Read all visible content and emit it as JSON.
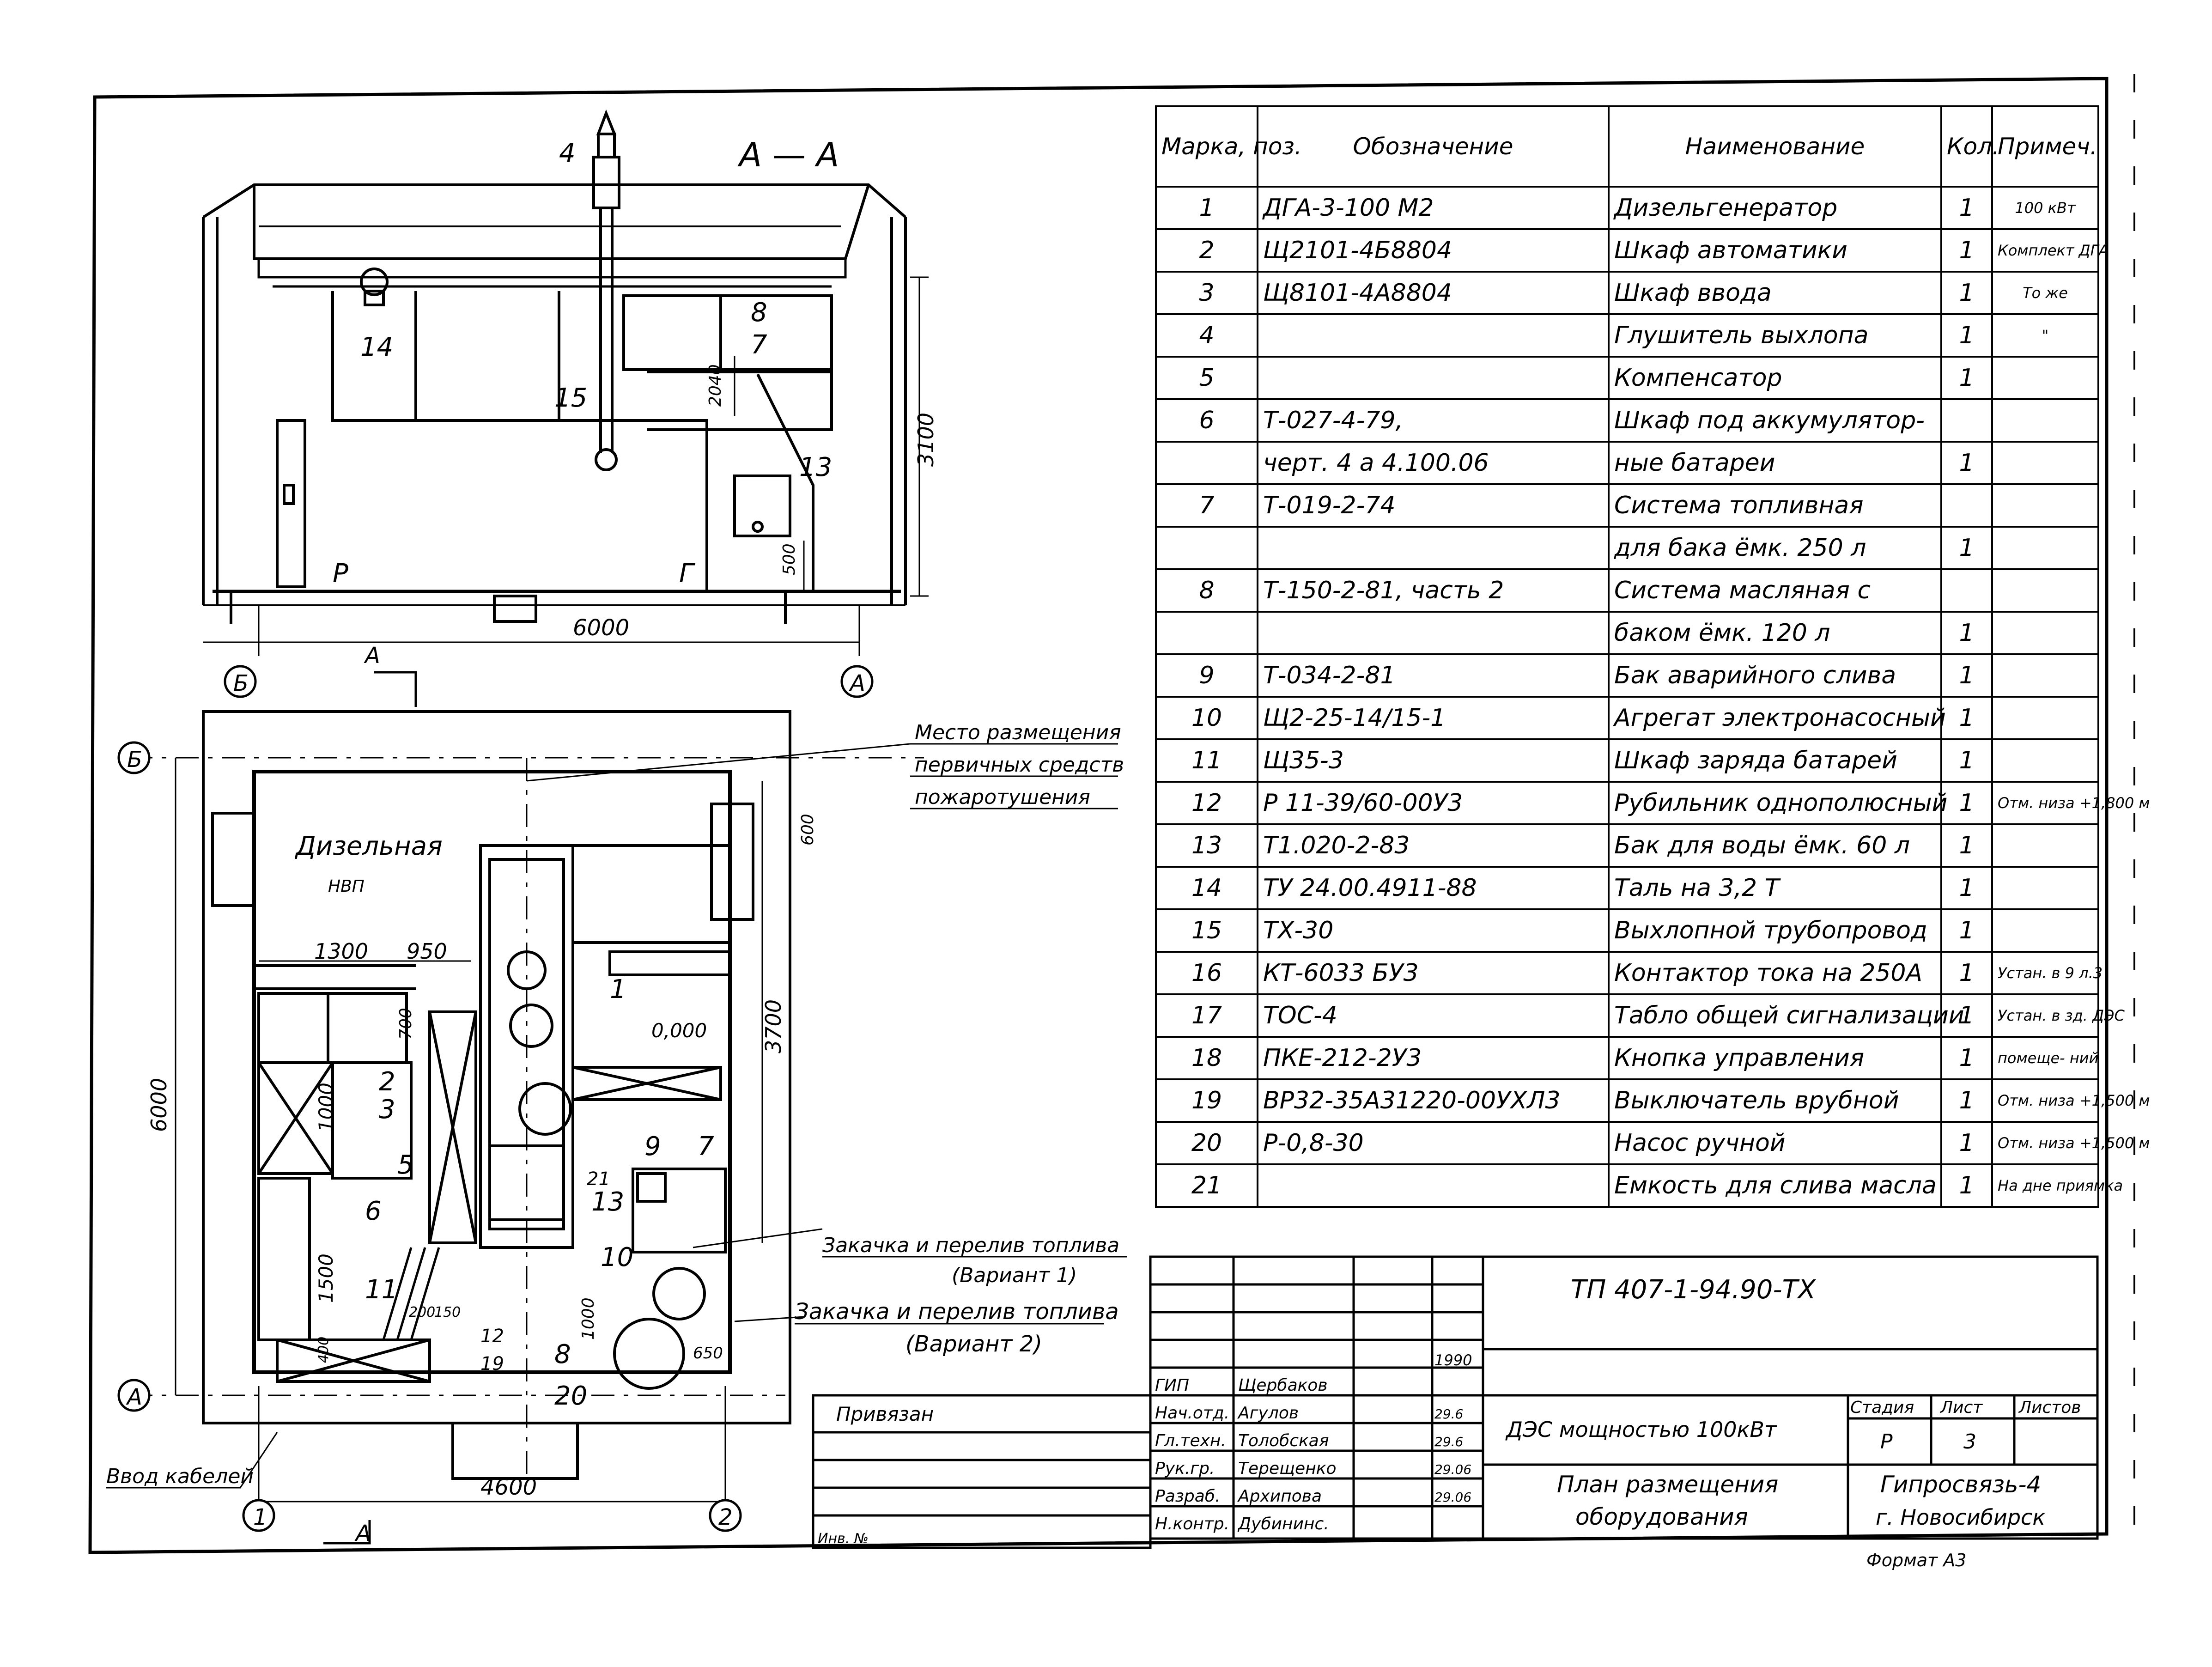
{
  "section_title": "А — А",
  "callouts": {
    "c4": "4",
    "c14": "14",
    "c15": "15",
    "c8": "8",
    "c7": "7",
    "c13": "13",
    "plan_1": "1",
    "plan_2": "2",
    "plan_3": "3",
    "plan_5": "5",
    "plan_6": "6",
    "plan_7": "7",
    "plan_9": "9",
    "plan_21": "21",
    "plan_13": "13",
    "plan_10": "10",
    "plan_8": "8",
    "plan_20": "20",
    "plan_11": "11",
    "plan_12": "12",
    "plan_19": "19"
  },
  "section_labels": {
    "P": "Р",
    "G": "Г"
  },
  "dimensions": {
    "d2040": "2040",
    "d3100": "3100",
    "d500": "500",
    "d6000_section": "6000",
    "d600": "600",
    "d1300": "1300",
    "d950": "950",
    "d700": "700",
    "d1000": "1000",
    "d3700": "3700",
    "d6000_plan": "6000",
    "d1500": "1500",
    "d400": "400",
    "d200": "200",
    "d150": "150",
    "d1000b": "1000",
    "d650": "650",
    "d4600": "4600",
    "level": "0,000"
  },
  "axes": {
    "B": "Б",
    "A": "А",
    "one": "1",
    "two": "2"
  },
  "section_marker": "А",
  "room": {
    "name": "Дизельная",
    "category": "НВП"
  },
  "notes": {
    "fire_line1": "Место размещения",
    "fire_line2": "первичных средств",
    "fire_line3": "пожаротушения",
    "fuel_v1_line1": "Закачка и перелив топлива",
    "fuel_v1_line2": "(Вариант 1)",
    "fuel_v2_line1": "Закачка и перелив топлива",
    "fuel_v2_line2": "(Вариант 2)",
    "cable_entry": "Ввод кабелей"
  },
  "spec_table": {
    "headers": [
      "Марка, поз.",
      "Обозначение",
      "Наименование",
      "Кол.",
      "Примеч."
    ],
    "rows": [
      [
        "1",
        "ДГА-3-100 М2",
        "Дизельгенератор",
        "1",
        "100 кВт"
      ],
      [
        "2",
        "Щ2101-4Б8804",
        "Шкаф автоматики",
        "1",
        "Комплект ДГА"
      ],
      [
        "3",
        "Щ8101-4А8804",
        "Шкаф ввода",
        "1",
        "То же"
      ],
      [
        "4",
        "",
        "Глушитель выхлопа",
        "1",
        "\""
      ],
      [
        "5",
        "",
        "Компенсатор",
        "1",
        ""
      ],
      [
        "6",
        "Т-027-4-79,",
        "Шкаф под аккумулятор-",
        "",
        ""
      ],
      [
        "",
        "черт. 4 а 4.100.06",
        "ные батареи",
        "1",
        ""
      ],
      [
        "7",
        "Т-019-2-74",
        "Система топливная",
        "",
        ""
      ],
      [
        "",
        "",
        "для бака ёмк. 250 л",
        "1",
        ""
      ],
      [
        "8",
        "Т-150-2-81, часть 2",
        "Система масляная с",
        "",
        ""
      ],
      [
        "",
        "",
        "баком ёмк. 120 л",
        "1",
        ""
      ],
      [
        "9",
        "Т-034-2-81",
        "Бак аварийного слива",
        "1",
        ""
      ],
      [
        "10",
        "Щ2-25-14/15-1",
        "Агрегат электронасосный",
        "1",
        ""
      ],
      [
        "11",
        "Щ35-3",
        "Шкаф заряда батарей",
        "1",
        ""
      ],
      [
        "12",
        "Р 11-39/60-00У3",
        "Рубильник однополюсный",
        "1",
        "Отм. низа +1,800 м"
      ],
      [
        "13",
        "Т1.020-2-83",
        "Бак для воды ёмк. 60 л",
        "1",
        ""
      ],
      [
        "14",
        "ТУ 24.00.4911-88",
        "Таль на 3,2 Т",
        "1",
        ""
      ],
      [
        "15",
        "ТХ-30",
        "Выхлопной трубопровод",
        "1",
        ""
      ],
      [
        "16",
        "КТ-6033 БУ3",
        "Контактор тока на 250А",
        "1",
        "Устан. в 9 л.3"
      ],
      [
        "17",
        "ТОС-4",
        "Табло общей сигнализации",
        "1",
        "Устан. в зд. ДЭС"
      ],
      [
        "18",
        "ПКЕ-212-2У3",
        "Кнопка управления",
        "1",
        "помеще- ний"
      ],
      [
        "19",
        "ВР32-35А31220-00УХЛ3",
        "Выключатель врубной",
        "1",
        "Отм. низа +1,500 м"
      ],
      [
        "20",
        "Р-0,8-30",
        "Насос ручной",
        "1",
        "Отм. низа +1,500 м"
      ],
      [
        "21",
        "",
        "Емкость для слива масла",
        "1",
        "На дне приямка"
      ]
    ]
  },
  "title_block": {
    "doc_code": "ТП 407-1-94.90-ТХ",
    "project": "ДЭС мощностью 100кВт",
    "sheet_title_1": "План размещения",
    "sheet_title_2": "оборудования",
    "year": "1990",
    "stage_label": "Стадия",
    "sheet_label": "Лист",
    "sheets_label": "Листов",
    "stage": "Р",
    "sheet": "3",
    "org_1": "Гипросвязь-4",
    "org_2": "г. Новосибирск",
    "tied": "Привязан",
    "inv": "Инв. №",
    "format": "Формат А3",
    "signers": [
      {
        "role": "ГИП",
        "name": "Щербаков",
        "date": ""
      },
      {
        "role": "Нач.отд.",
        "name": "Агулов",
        "date": "29.6"
      },
      {
        "role": "Гл.техн.",
        "name": "Толобская",
        "date": "29.6"
      },
      {
        "role": "Рук.гр.",
        "name": "Терещенко",
        "date": "29.06"
      },
      {
        "role": "Разраб.",
        "name": "Архипова",
        "date": "29.06"
      },
      {
        "role": "Н.контр.",
        "name": "Дубининс.",
        "date": ""
      }
    ]
  }
}
